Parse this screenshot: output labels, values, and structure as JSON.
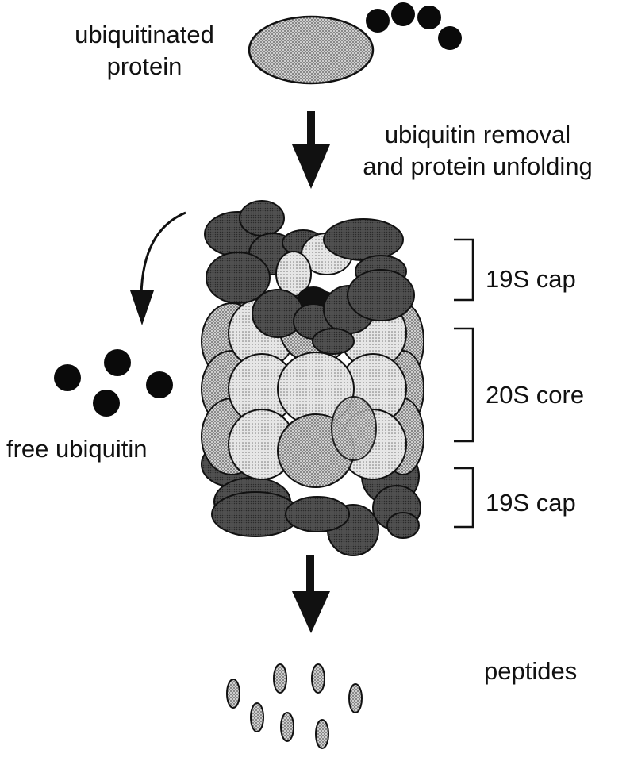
{
  "labels": {
    "ubiquitinated_line1": "ubiquitinated",
    "ubiquitinated_line2": "protein",
    "removal_line1": "ubiquitin removal",
    "removal_line2": "and protein unfolding",
    "free_ubiquitin": "free ubiquitin",
    "cap_top": "19S cap",
    "core": "20S core",
    "cap_bottom": "19S cap",
    "peptides": "peptides"
  },
  "colors": {
    "ink": "#111111",
    "cap_subunit": "#4a4a4a",
    "core_outer": "#b4b4b4",
    "core_inner": "#d6d6d6",
    "protein": "#a8a8a8",
    "ubiquitin": "#0a0a0a"
  }
}
